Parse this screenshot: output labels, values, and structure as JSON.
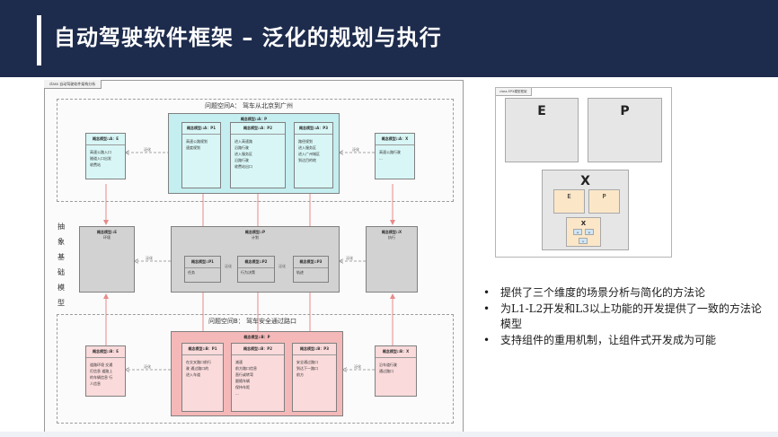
{
  "header": {
    "title": "自动驾驶软件框架 – 泛化的规划与执行"
  },
  "diagram": {
    "frame_tab": "class 自动驾驶软件架构分析",
    "region_top_label": "问题空间A： 驾车从北京到广州",
    "region_bottom_label": "问题空间B： 驾车安全通过路口",
    "side_label": [
      "抽",
      "象",
      "基",
      "础",
      "模",
      "型"
    ],
    "top": {
      "left": {
        "title": "概念模型::A：E",
        "lines": [
          "高速公路入口",
          "隧道入口出发",
          "收费站"
        ]
      },
      "group_title": "概念模型::A：P",
      "p1": {
        "title": "概念模型::A：P1",
        "lines": [
          "高速公路规划",
          "速度规划"
        ]
      },
      "p2": {
        "title": "概念模型::A：P2",
        "lines": [
          "进入高速路",
          "沿路行驶",
          "进入服务区",
          "沿路行驶",
          "收费站出口"
        ]
      },
      "p3": {
        "title": "概念模型::A：P3",
        "lines": [
          "路径规划",
          "进入服务区",
          "进入广州城区",
          "到达目的地"
        ]
      },
      "right": {
        "title": "概念模型::A：X",
        "lines": [
          "高速公路行驶",
          "..."
        ]
      },
      "arrow_left": "泛化",
      "arrow_right": "泛化"
    },
    "middle": {
      "left": {
        "title": "概念模型::E",
        "lines": [
          "环境"
        ]
      },
      "group_title": "概念模型::P",
      "group_sub": "计划",
      "p1": {
        "title": "概念模型::P1",
        "lines": [
          "任务"
        ]
      },
      "p2": {
        "title": "概念模型::P2",
        "lines": [
          "行为决策"
        ]
      },
      "p3": {
        "title": "概念模型::P3",
        "lines": [
          "轨迹"
        ]
      },
      "right": {
        "title": "概念模型::X",
        "lines": [
          "执行"
        ]
      },
      "arrow_l1": "泛化",
      "arrow_l2": "泛化",
      "arrow_r1": "泛化",
      "arrow_r2": "泛化"
    },
    "bottom": {
      "left": {
        "title": "概念模型::B：E",
        "lines": [
          "道路环境 交通",
          "灯信息 道路上",
          "的车辆信息 行",
          "人信息"
        ]
      },
      "group_title": "概念模型::B：P",
      "p1": {
        "title": "概念模型::B：P1",
        "lines": [
          "在交叉路口前行",
          "驶 通过路口的",
          "进入车道"
        ]
      },
      "p2": {
        "title": "概念模型::B：P2",
        "lines": [
          "减速",
          "前方路口信息",
          "直行或转弯",
          "跟随车辆",
          "保持车距",
          "..."
        ]
      },
      "p3": {
        "title": "概念模型::B：P3",
        "lines": [
          "安全通过路口",
          "到达下一路口",
          "前方"
        ]
      },
      "right": {
        "title": "概念模型::B：X",
        "lines": [
          "沿车道行驶",
          "通过路口"
        ]
      },
      "arrow_left": "泛化",
      "arrow_right": "泛化"
    }
  },
  "panel": {
    "tab": "class EPX模型框架",
    "e": "E",
    "p": "P",
    "x": "X",
    "inner_e": "E",
    "inner_p": "P",
    "inner_x": "X",
    "tiny1": "e",
    "tiny2": "p",
    "tiny3": "x"
  },
  "bullets": [
    "提供了三个维度的场景分析与简化的方法论",
    "为L1-L2开发和L3以上功能的开发提供了一致的方法论模型",
    "支持组件的重用机制，让组件式开发成为可能"
  ]
}
